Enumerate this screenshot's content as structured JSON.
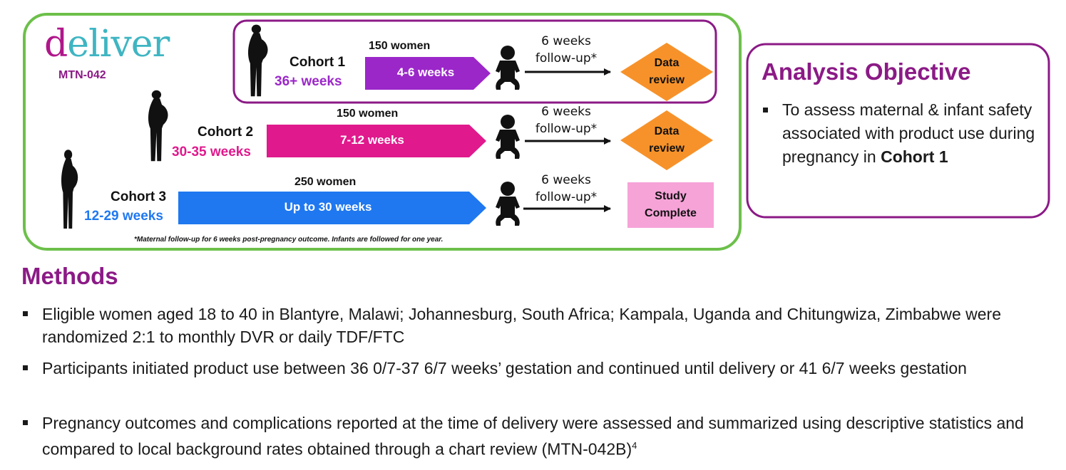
{
  "logo": {
    "letter": "d",
    "rest": "eliver",
    "study": "MTN-042"
  },
  "cohorts": [
    {
      "name": "Cohort 1",
      "weeks": "36+ weeks",
      "women": "150 women",
      "duration": "4-6 weeks",
      "followup_line1": "6 weeks",
      "followup_line2": "follow-up*",
      "end_line1": "Data",
      "end_line2": "review",
      "color": "#9b27c9"
    },
    {
      "name": "Cohort 2",
      "weeks": "30-35 weeks",
      "women": "150 women",
      "duration": "7-12 weeks",
      "followup_line1": "6 weeks",
      "followup_line2": "follow-up*",
      "end_line1": "Data",
      "end_line2": "review",
      "color": "#e0198d"
    },
    {
      "name": "Cohort 3",
      "weeks": "12-29 weeks",
      "women": "250 women",
      "duration": "Up to 30 weeks",
      "followup_line1": "6 weeks",
      "followup_line2": "follow-up*",
      "end_line1": "Study",
      "end_line2": "Complete",
      "color": "#1f78f0"
    }
  ],
  "colors": {
    "diamond": "#f7922a",
    "study_box": "#f6a3d8",
    "frame_green": "#6cc04a",
    "purple": "#8b1a86"
  },
  "footnote": "*Maternal follow-up for 6 weeks post-pregnancy outcome.  Infants are followed for one year.",
  "analysis_objective": {
    "title": "Analysis Objective",
    "bullet_text": "To assess maternal & infant safety associated with product use during pregnancy in ",
    "bullet_bold": "Cohort 1"
  },
  "methods": {
    "title": "Methods",
    "items": [
      "Eligible women aged 18 to 40 in Blantyre, Malawi; Johannesburg, South Africa; Kampala, Uganda and Chitungwiza, Zimbabwe were randomized 2:1 to monthly DVR or daily TDF/FTC",
      "Participants initiated product use between 36 0/7-37 6/7 weeks’ gestation and continued until delivery or 41 6/7 weeks gestation",
      "Pregnancy outcomes and complications reported at the time of delivery were assessed and summarized using descriptive statistics and compared to local background rates obtained through a chart review (MTN-042B)"
    ],
    "item3_superscript": "4"
  }
}
